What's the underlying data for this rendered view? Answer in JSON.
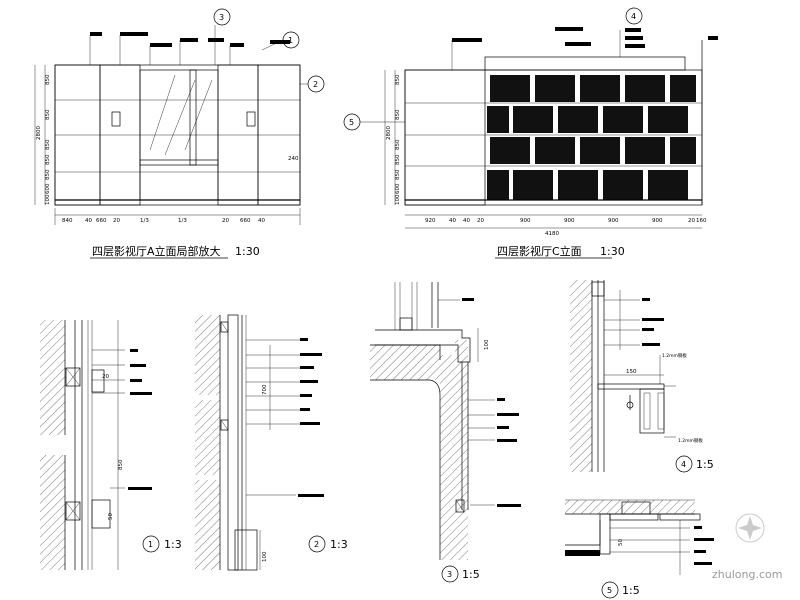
{
  "drawings": {
    "elev_a": {
      "caption": "四层影视厅A立面局部放大",
      "scale": "1:30",
      "height_dim": "2800",
      "vertical_dims": [
        "850",
        "850",
        "850",
        "850",
        "850",
        "600",
        "100"
      ],
      "horizontal_dims": [
        "840",
        "40",
        "660",
        "20",
        "1/3",
        "1/3",
        "20",
        "660",
        "40"
      ],
      "callouts": [
        "3",
        "1",
        "2"
      ],
      "side_dim": "240"
    },
    "elev_c": {
      "caption": "四层影视厅C立面",
      "scale": "1:30",
      "height_dim": "2800",
      "total_dim": "4180",
      "vertical_dims": [
        "850",
        "850",
        "850",
        "850",
        "850",
        "600",
        "100"
      ],
      "horizontal_dims": [
        "920",
        "40",
        "40",
        "20",
        "900",
        "900",
        "900",
        "900",
        "20",
        "160"
      ],
      "callouts": [
        "4",
        "5"
      ]
    }
  },
  "details": [
    {
      "number": "1",
      "scale": "1:3",
      "dims": [
        "20",
        "850",
        "50"
      ]
    },
    {
      "number": "2",
      "scale": "1:3",
      "dims": [
        "700",
        "100"
      ]
    },
    {
      "number": "3",
      "scale": "1:5",
      "dims": [
        "100"
      ]
    },
    {
      "number": "4",
      "scale": "1:5",
      "dims": [
        "150"
      ],
      "notes": [
        "1.2mm钢板",
        "1.2mm钢板"
      ]
    },
    {
      "number": "5",
      "scale": "1:5",
      "dims": [
        "50"
      ]
    }
  ],
  "watermark": "zhulong.com"
}
